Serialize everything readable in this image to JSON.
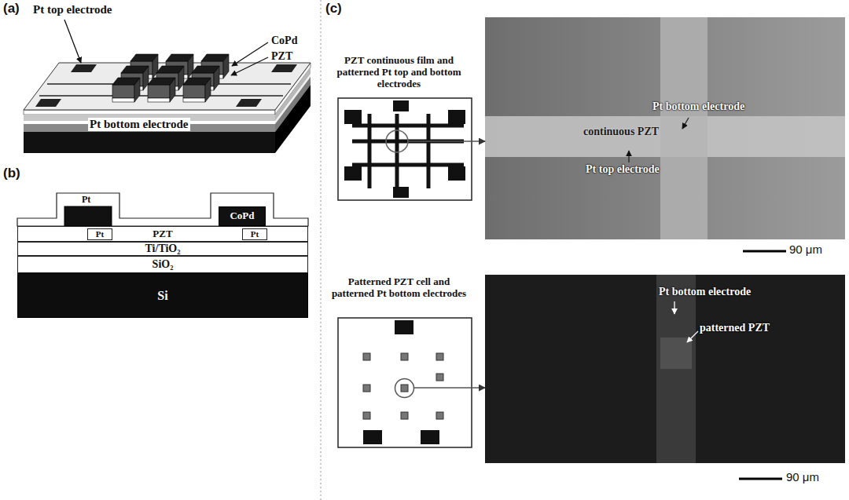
{
  "diagram": {
    "nodes": [
      {
        "text": [
          "CoPd"
        ]
      },
      {
        "text": [
          "PZT"
        ]
      },
      {
        "text": [
          "Pt"
        ],
        "in": 1
      },
      {
        "text": [
          "Pt"
        ],
        "in": 1
      },
      {
        "text": [
          "Ti/TiO₂"
        ]
      },
      {
        "text": [
          "SiO₂"
        ]
      },
      {
        "text": [
          "Si"
        ]
      },
      {
        "text": [
          "PZT continuous film and patterned Pt top and bottom electrodes"
        ]
      },
      {
        "text": [
          "Pt bottom electrode",
          "continuous PZT",
          "Pt top electrode"
        ]
      },
      {
        "text": [
          "Patterned PZT cell and patterned Pt bottom electrodes"
        ]
      },
      {
        "text": [
          "Pt bottom electrode",
          "patterned PZT"
        ]
      }
    ],
    "edges": [
      {
        "from": 7,
        "to": 8,
        "arrow": "to"
      },
      {
        "from": 9,
        "to": 10,
        "arrow": "to"
      }
    ],
    "labels": [
      "(a)",
      "Pt top electrode",
      "CoPd",
      "PZT",
      "Pt bottom electrode",
      "(b)",
      "Pt",
      "(c)",
      "90 μm",
      "90 μm"
    ]
  }
}
